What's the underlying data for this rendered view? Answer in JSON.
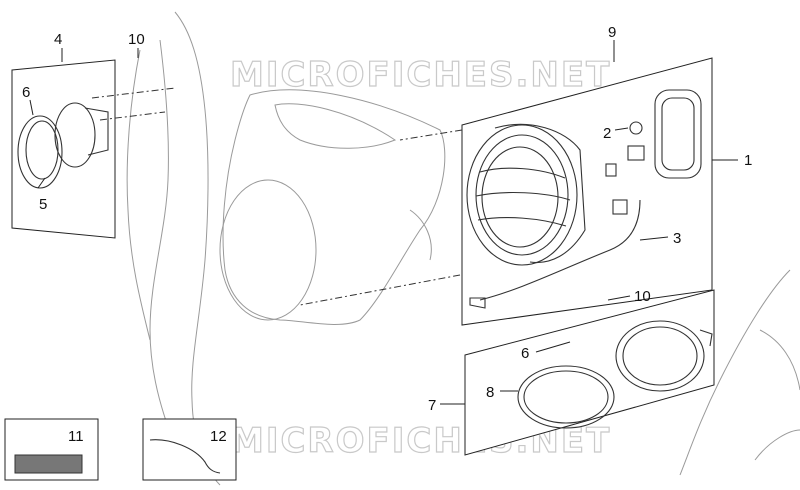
{
  "watermark": {
    "text_top": "MICROFICHES.NET",
    "text_bottom": "MICROFICHES.NET"
  },
  "callouts": {
    "c1": "1",
    "c2": "2",
    "c3": "3",
    "c4": "4",
    "c5": "5",
    "c6_top": "6",
    "c6_bottom": "6",
    "c7": "7",
    "c8": "8",
    "c9": "9",
    "c10_top": "10",
    "c10_bottom": "10",
    "c11": "11",
    "c12": "12"
  }
}
